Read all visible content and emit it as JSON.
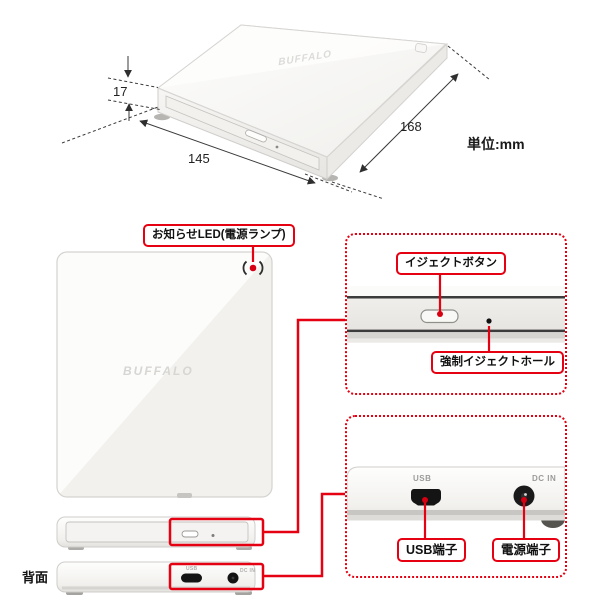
{
  "product": {
    "brand": "BUFFALO"
  },
  "spec": {
    "unit": "単位:mm",
    "height_mm": "17",
    "width_mm": "145",
    "depth_mm": "168"
  },
  "callouts": {
    "led": "お知らせLED(電源ランプ)",
    "eject_button": "イジェクトボタン",
    "force_eject_hole": "強制イジェクトホール",
    "usb_terminal": "USB端子",
    "power_terminal": "電源端子",
    "rear_view": "背面"
  },
  "ports": {
    "usb": "USB",
    "dc_in": "DC IN"
  },
  "colors": {
    "accent_red": "#e50012",
    "device_white": "#fbfbfa",
    "panel_gray": "#eceae7",
    "dimension_line": "#2f2f2f"
  }
}
